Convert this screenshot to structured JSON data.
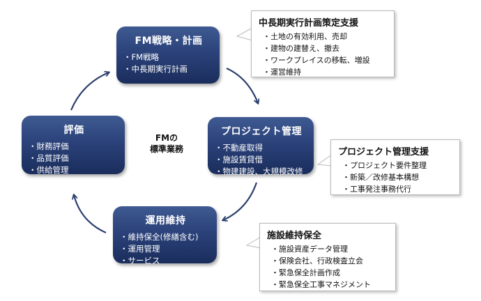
{
  "center": {
    "line1": "FMの",
    "line2": "標準業務"
  },
  "boxes": {
    "fm_strategy": {
      "title": "FM戦略・計画",
      "items": [
        "FM戦略",
        "中長期実行計画"
      ]
    },
    "project": {
      "title": "プロジェクト管理",
      "items": [
        "不動産取得",
        "施設賃貸借",
        "物建建設、大規模改修"
      ]
    },
    "operations": {
      "title": "運用維持",
      "items": [
        "維持保全(修繕含む)",
        "運用管理",
        "サービス"
      ]
    },
    "evaluation": {
      "title": "評価",
      "items": [
        "財務評価",
        "品質評価",
        "供給管理"
      ]
    }
  },
  "callouts": {
    "mid_long": {
      "title": "中長期実行計画策定支援",
      "items": [
        "土地の有効利用、売却",
        "建物の建替え、撤去",
        "ワークプレイスの移転、増設",
        "運営維持"
      ]
    },
    "project_support": {
      "title": "プロジェクト管理支援",
      "items": [
        "プロジェクト要件整理",
        "新築／改修基本構想",
        "工事発注事務代行"
      ]
    },
    "facility_maintenance": {
      "title": "施設維持保全",
      "items": [
        "施設資産データ管理",
        "保険会社、行政検査立会",
        "緊急保全計画作成",
        "緊急保全工事マネジメント"
      ]
    }
  },
  "colors": {
    "box_dark": "#1a2d5c",
    "box_light": "#3f5a92",
    "arrow": "#2b3f6e"
  }
}
